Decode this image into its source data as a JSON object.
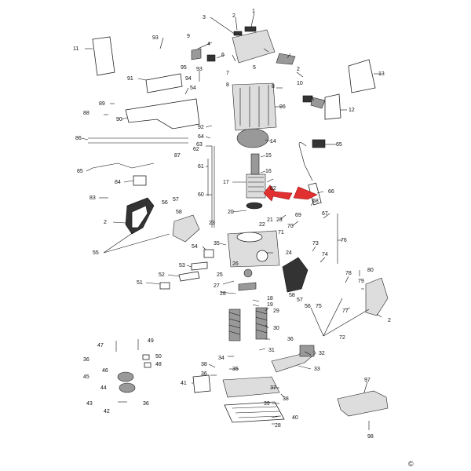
{
  "labels": {
    "l1": "1",
    "l2a": "2",
    "l2b": "2",
    "l2c": "2",
    "l3": "3",
    "l4": "4",
    "l5": "5",
    "l6": "6",
    "l7": "7",
    "l8a": "8",
    "l8b": "8",
    "l9": "9",
    "l10": "10",
    "l11": "11",
    "l12": "12",
    "l13": "13",
    "l14": "14",
    "l15": "15",
    "l16": "16",
    "l17": "17",
    "l18": "18",
    "l19": "19",
    "l20": "20",
    "l21": "21",
    "l22": "22",
    "l23a": "23",
    "l23b": "23",
    "l24": "24",
    "l25": "25",
    "l26": "26",
    "l27": "27",
    "l28a": "28",
    "l28b": "28",
    "l29": "29",
    "l30": "30",
    "l31": "31",
    "l32": "32",
    "l33": "33",
    "l34": "34",
    "l35a": "35",
    "l35b": "35",
    "l36a": "36",
    "l36b": "36",
    "l36c": "36",
    "l37": "37",
    "l38a": "38",
    "l38b": "38",
    "l39": "39",
    "l40": "40",
    "l41": "41",
    "l42": "42",
    "l43": "43",
    "l44": "44",
    "l45": "45",
    "l46": "46",
    "l47": "47",
    "l48": "48",
    "l49": "49",
    "l50": "50",
    "l51": "51",
    "l52": "52",
    "l53": "53",
    "l54a": "54",
    "l54b": "54",
    "l55": "55",
    "l56a": "56",
    "l56b": "56",
    "l57a": "57",
    "l57b": "57",
    "l58a": "58",
    "l58b": "58",
    "l60": "60",
    "l61": "61",
    "l62": "62",
    "l63": "63",
    "l64": "64",
    "l65": "65",
    "l66": "66",
    "l67": "67",
    "l68": "68",
    "l69": "69",
    "l70": "70",
    "l71": "71",
    "l72": "72",
    "l73": "73",
    "l74": "74",
    "l75": "75",
    "l76": "76",
    "l77": "77",
    "l78": "78",
    "l79": "79",
    "l80": "80",
    "l82": "82",
    "l83": "83",
    "l84": "84",
    "l85": "85",
    "l86": "86",
    "l87": "87",
    "l88": "88",
    "l89": "89",
    "l90": "90",
    "l91": "91",
    "l92": "92",
    "l93a": "93",
    "l93b": "93",
    "l94": "94",
    "l95": "95",
    "l96": "96",
    "l97": "97",
    "l98": "98"
  },
  "copyright": "©",
  "colors": {
    "line": "#111111",
    "arrow": "#e03030",
    "part_dark": "#333333",
    "part_mid": "#999999",
    "part_light": "#dddddd"
  }
}
